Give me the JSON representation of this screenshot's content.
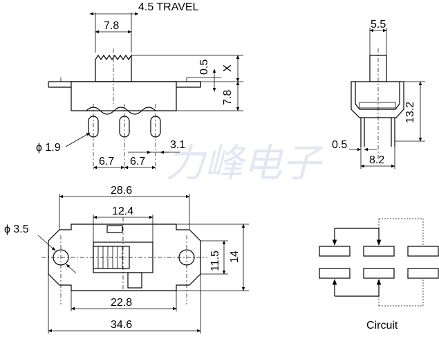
{
  "dimensions": {
    "travel": "4.5 TRAVEL",
    "knob_width": "7.8",
    "knob_gap": "0.5",
    "knob_x": "X",
    "body_height": "7.8",
    "pin_diameter": "ϕ 1.9",
    "pin_pitch_left": "6.7",
    "pin_pitch_right": "6.7",
    "pin_offset": "3.1",
    "side_top_width": "5.5",
    "side_height": "13.2",
    "side_pin_thickness": "0.5",
    "side_pin_span": "8.2",
    "top_inner_width": "28.6",
    "slot_width": "12.4",
    "hole_diameter": "ϕ 3.5",
    "top_height_inner": "11.5",
    "top_height_outer": "14",
    "hole_pitch": "22.8",
    "overall_length": "34.6"
  },
  "circuit": {
    "label": "Circuit"
  },
  "watermark": "力峰电子"
}
